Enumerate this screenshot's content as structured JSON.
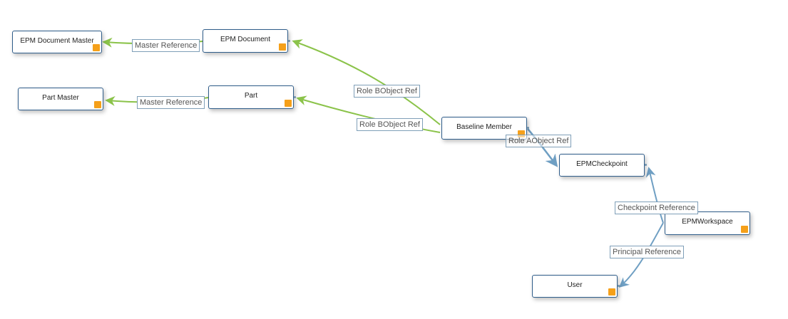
{
  "colors": {
    "green_edge": "#8bc34a",
    "blue_edge": "#6f9fc3",
    "node_border": "#2f5d8a",
    "badge": "#f5a01a"
  },
  "nodes": {
    "epm_document_master": "EPM Document Master",
    "epm_document": "EPM Document",
    "part_master": "Part Master",
    "part": "Part",
    "baseline_member": "Baseline Member",
    "epm_checkpoint": "EPMCheckpoint",
    "epm_workspace": "EPMWorkspace",
    "user": "User"
  },
  "edges": {
    "master_reference_1": "Master Reference",
    "master_reference_2": "Master Reference",
    "role_bobject_ref_1": "Role BObject Ref",
    "role_bobject_ref_2": "Role BObject Ref",
    "role_aobject_ref": "Role AObject Ref",
    "checkpoint_reference": "Checkpoint Reference",
    "principal_reference": "Principal Reference"
  }
}
